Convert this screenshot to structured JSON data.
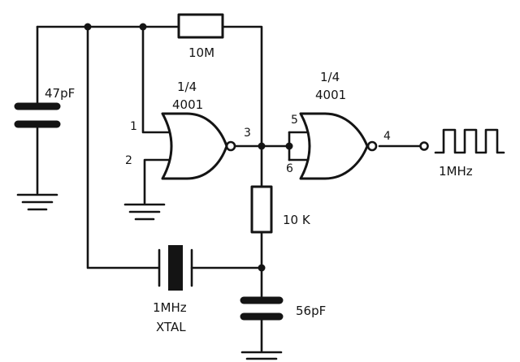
{
  "diagram": {
    "resistor_feedback": "10M",
    "resistor_bias": "10 K",
    "capacitor_left": "47pF",
    "capacitor_bottom": "56pF",
    "crystal": {
      "frequency": "1MHz",
      "name": "XTAL"
    },
    "gate1": {
      "fraction": "1/4",
      "part": "4001",
      "pins": [
        "1",
        "2",
        "3"
      ]
    },
    "gate2": {
      "fraction": "1/4",
      "part": "4001",
      "pins": [
        "5",
        "6",
        "4"
      ]
    },
    "output_frequency": "1MHz"
  },
  "colors": {
    "ink": "#141414",
    "paper": "#ffffff"
  }
}
